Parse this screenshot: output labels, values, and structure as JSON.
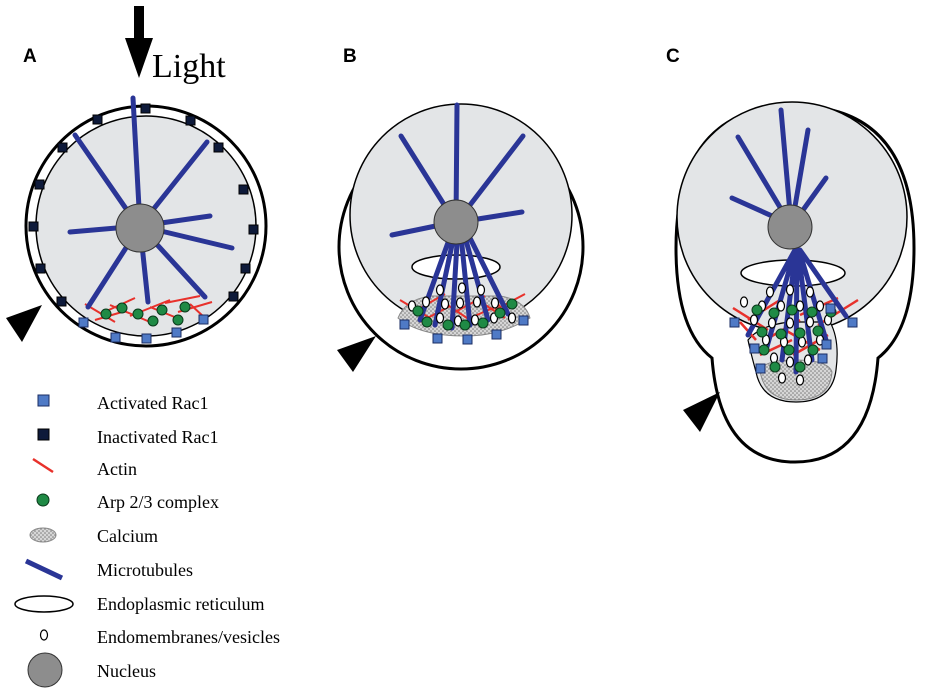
{
  "panels": {
    "a": {
      "letter": "A"
    },
    "b": {
      "letter": "B"
    },
    "c": {
      "letter": "C"
    }
  },
  "light_label": "Light",
  "colors": {
    "cytoplasm": "#e3e5e7",
    "nucleus": "#8d8d8d",
    "microtubule": "#2a3596",
    "actin": "#e8312b",
    "arp": "#1f8a45",
    "rac_active": "#4f7ac6",
    "rac_inactive": "#0e1a3a",
    "calcium": "#bdbdbd"
  },
  "legend": {
    "activated_rac1": "Activated Rac1",
    "inactivated_rac1": "Inactivated Rac1",
    "actin": "Actin",
    "arp": "Arp 2/3 complex",
    "calcium": "Calcium",
    "microtubules": "Microtubules",
    "er": "Endoplasmic reticulum",
    "vesicles": "Endomembranes/vesicles",
    "nucleus": "Nucleus"
  }
}
